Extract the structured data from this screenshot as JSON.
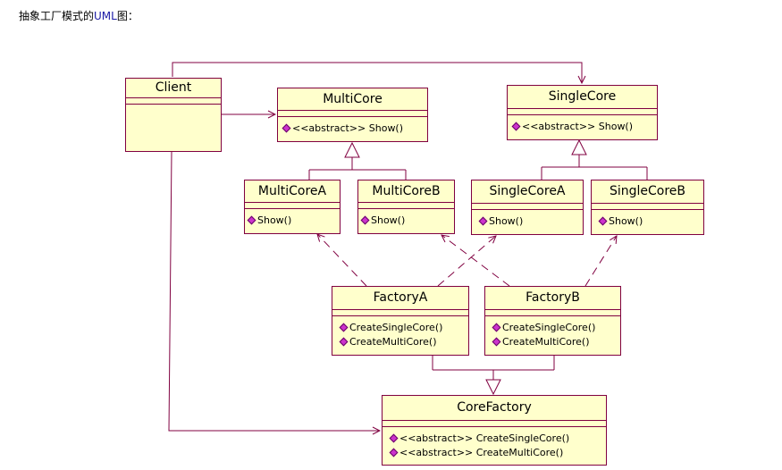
{
  "caption": {
    "prefix": "抽象工厂模式的",
    "uml": "UML",
    "suffix": "图："
  },
  "colors": {
    "box_fill": "#ffffcc",
    "stroke": "#800040",
    "operation_icon": "#cc33cc"
  },
  "classes": {
    "client": {
      "name": "Client",
      "operations": []
    },
    "multicore": {
      "name": "MultiCore",
      "operations": [
        "<<abstract>> Show()"
      ]
    },
    "singlecore": {
      "name": "SingleCore",
      "operations": [
        "<<abstract>> Show()"
      ]
    },
    "multicore_a": {
      "name": "MultiCoreA",
      "operations": [
        "Show()"
      ]
    },
    "multicore_b": {
      "name": "MultiCoreB",
      "operations": [
        "Show()"
      ]
    },
    "singlecore_a": {
      "name": "SingleCoreA",
      "operations": [
        "Show()"
      ]
    },
    "singlecore_b": {
      "name": "SingleCoreB",
      "operations": [
        "Show()"
      ]
    },
    "factory_a": {
      "name": "FactoryA",
      "operations": [
        "CreateSingleCore()",
        "CreateMultiCore()"
      ]
    },
    "factory_b": {
      "name": "FactoryB",
      "operations": [
        "CreateSingleCore()",
        "CreateMultiCore()"
      ]
    },
    "core_factory": {
      "name": "CoreFactory",
      "operations": [
        "<<abstract>> CreateSingleCore()",
        "<<abstract>> CreateMultiCore()"
      ]
    }
  },
  "relations": [
    {
      "kind": "association",
      "from": "Client",
      "to": "MultiCore"
    },
    {
      "kind": "association",
      "from": "Client",
      "to": "SingleCore"
    },
    {
      "kind": "association",
      "from": "Client",
      "to": "CoreFactory"
    },
    {
      "kind": "generalization",
      "from": "MultiCoreA",
      "to": "MultiCore"
    },
    {
      "kind": "generalization",
      "from": "MultiCoreB",
      "to": "MultiCore"
    },
    {
      "kind": "generalization",
      "from": "SingleCoreA",
      "to": "SingleCore"
    },
    {
      "kind": "generalization",
      "from": "SingleCoreB",
      "to": "SingleCore"
    },
    {
      "kind": "generalization",
      "from": "FactoryA",
      "to": "CoreFactory"
    },
    {
      "kind": "generalization",
      "from": "FactoryB",
      "to": "CoreFactory"
    },
    {
      "kind": "dependency",
      "from": "FactoryA",
      "to": "MultiCoreA"
    },
    {
      "kind": "dependency",
      "from": "FactoryA",
      "to": "SingleCoreA"
    },
    {
      "kind": "dependency",
      "from": "FactoryB",
      "to": "MultiCoreB"
    },
    {
      "kind": "dependency",
      "from": "FactoryB",
      "to": "SingleCoreB"
    }
  ]
}
